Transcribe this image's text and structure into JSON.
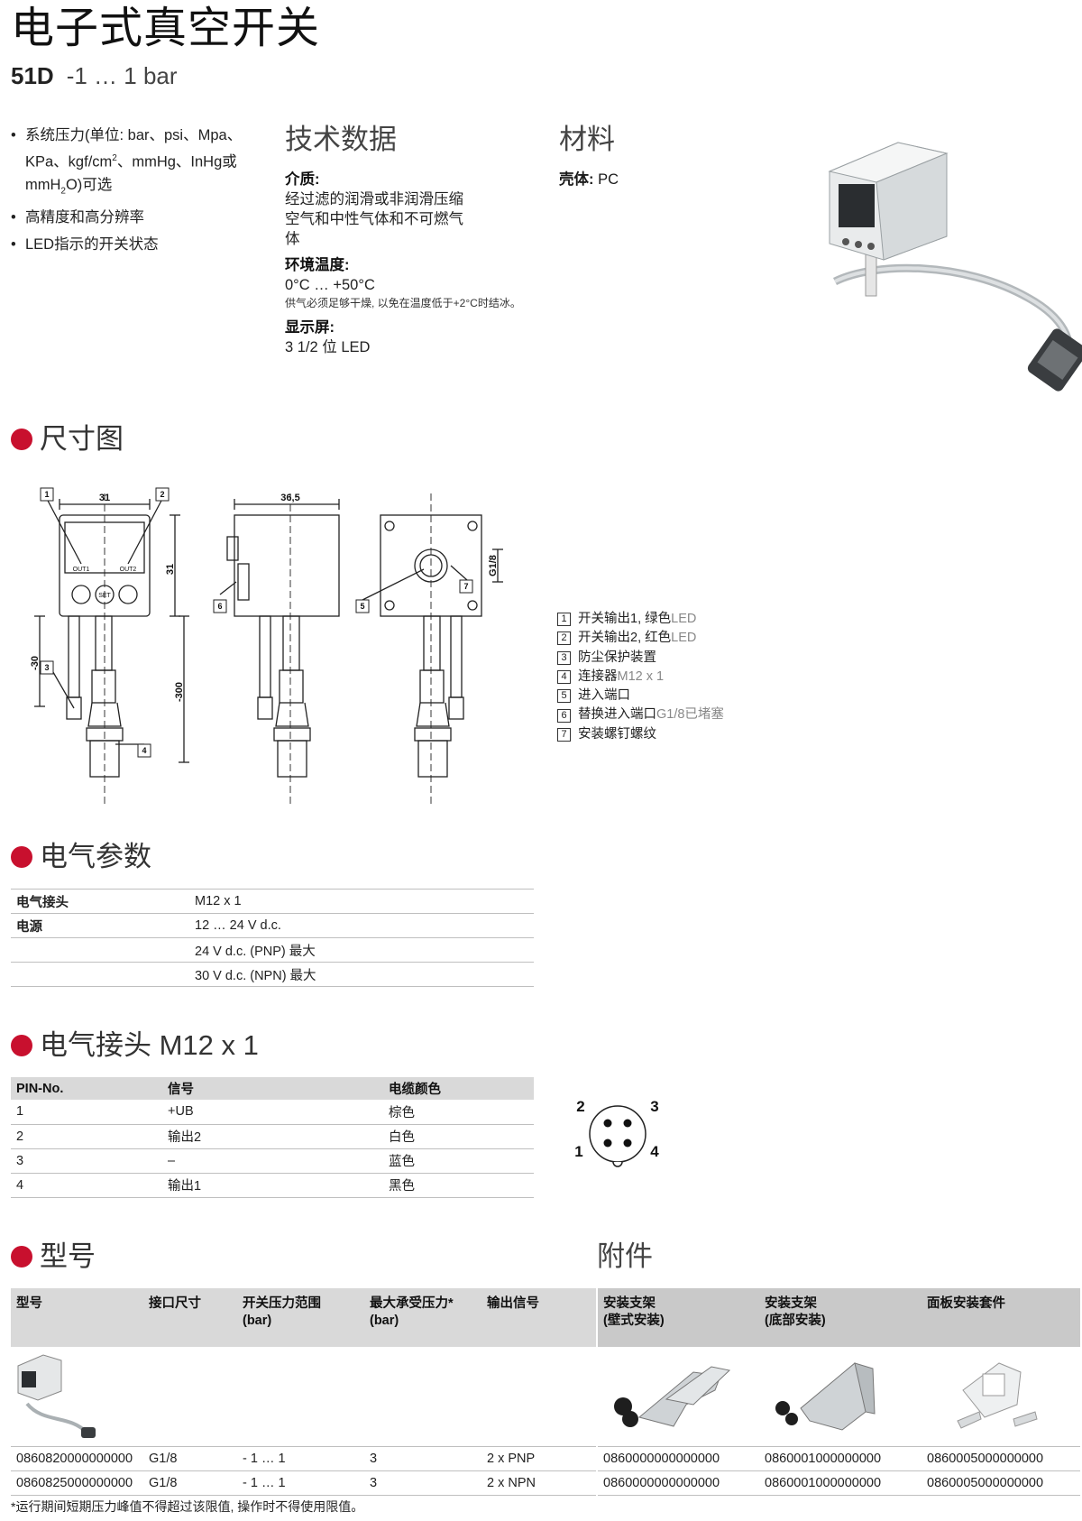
{
  "header": {
    "title": "电子式真空开关",
    "model": "51D",
    "range": "-1 … 1 bar"
  },
  "features": {
    "item1_a": "系统压力(单位: bar、psi、Mpa、KPa、kgf/cm",
    "item1_sup": "2",
    "item1_b": "、mmHg、InHg或mmH",
    "item1_sub": "2",
    "item1_c": "O)可选",
    "item2": "高精度和高分辨率",
    "item3": "LED指示的开关状态"
  },
  "tech": {
    "heading": "技术数据",
    "medium_label": "介质:",
    "medium_value": "经过滤的润滑或非润滑压缩空气和中性气体和不可燃气体",
    "temp_label": "环境温度:",
    "temp_value": "0°C … +50°C",
    "temp_note": "供气必须足够干燥, 以免在温度低于+2°C时结冰。",
    "display_label": "显示屏:",
    "display_value": "3 1/2 位 LED"
  },
  "material": {
    "heading": "材料",
    "housing_label": "壳体:",
    "housing_value": "PC"
  },
  "sections": {
    "dimensions": "尺寸图",
    "electrical": "电气参数",
    "connector": "电气接头 M12 x 1",
    "models": "型号",
    "accessories": "附件"
  },
  "drawing": {
    "dim_width": "31",
    "dim_height": "31",
    "dim_depth": "36,5",
    "dim_cable_short": "-30",
    "dim_cable_long": "-300",
    "thread_label": "G1/8",
    "out1": "OUT1",
    "out2": "OUT2",
    "set": "SET",
    "callouts": [
      "1",
      "2",
      "3",
      "4",
      "5",
      "6",
      "7"
    ]
  },
  "legend": [
    {
      "num": "1",
      "text": "开关输出1, 绿色",
      "hl": "LED"
    },
    {
      "num": "2",
      "text": "开关输出2, 红色",
      "hl": "LED"
    },
    {
      "num": "3",
      "text": "防尘保护装置",
      "hl": ""
    },
    {
      "num": "4",
      "text": "连接器 ",
      "hl": "M12 x 1"
    },
    {
      "num": "5",
      "text": "进入端口",
      "hl": ""
    },
    {
      "num": "6",
      "text": "替换进入端口",
      "hl": "G1/8已堵塞"
    },
    {
      "num": "7",
      "text": "安装螺钉螺纹",
      "hl": ""
    }
  ],
  "electrical": {
    "connection_label": "电气接头",
    "connection_value": "M12 x 1",
    "power_label": "电源",
    "power_values": [
      "12 … 24 V d.c.",
      "24 V d.c. (PNP) 最大",
      "30 V d.c. (NPN) 最大"
    ]
  },
  "pin_table": {
    "headers": [
      "PIN-No.",
      "信号",
      "电缆颜色"
    ],
    "rows": [
      [
        "1",
        "+UB",
        "棕色"
      ],
      [
        "2",
        "输出2",
        "白色"
      ],
      [
        "3",
        "–",
        "蓝色"
      ],
      [
        "4",
        "输出1",
        "黑色"
      ]
    ],
    "pin_labels": [
      "2",
      "3",
      "1",
      "4"
    ]
  },
  "models_table": {
    "headers": [
      "型号",
      "接口尺寸",
      "开关压力范围\n(bar)",
      "最大承受压力*\n(bar)",
      "输出信号",
      "安装支架\n(壁式安装)",
      "安装支架\n(底部安装)",
      "面板安装套件"
    ],
    "rows": [
      [
        "0860820000000000",
        "G1/8",
        "- 1 … 1",
        "3",
        "2 x PNP",
        "0860000000000000",
        "0860001000000000",
        "0860005000000000"
      ],
      [
        "0860825000000000",
        "G1/8",
        "- 1 … 1",
        "3",
        "2 x NPN",
        "0860000000000000",
        "0860001000000000",
        "0860005000000000"
      ]
    ]
  },
  "footnote": "*运行期间短期压力峰值不得超过该限值, 操作时不得使用限值。",
  "colors": {
    "accent": "#c8102e",
    "table_header": "#d9d9d9",
    "rule": "#bfbfbf"
  }
}
